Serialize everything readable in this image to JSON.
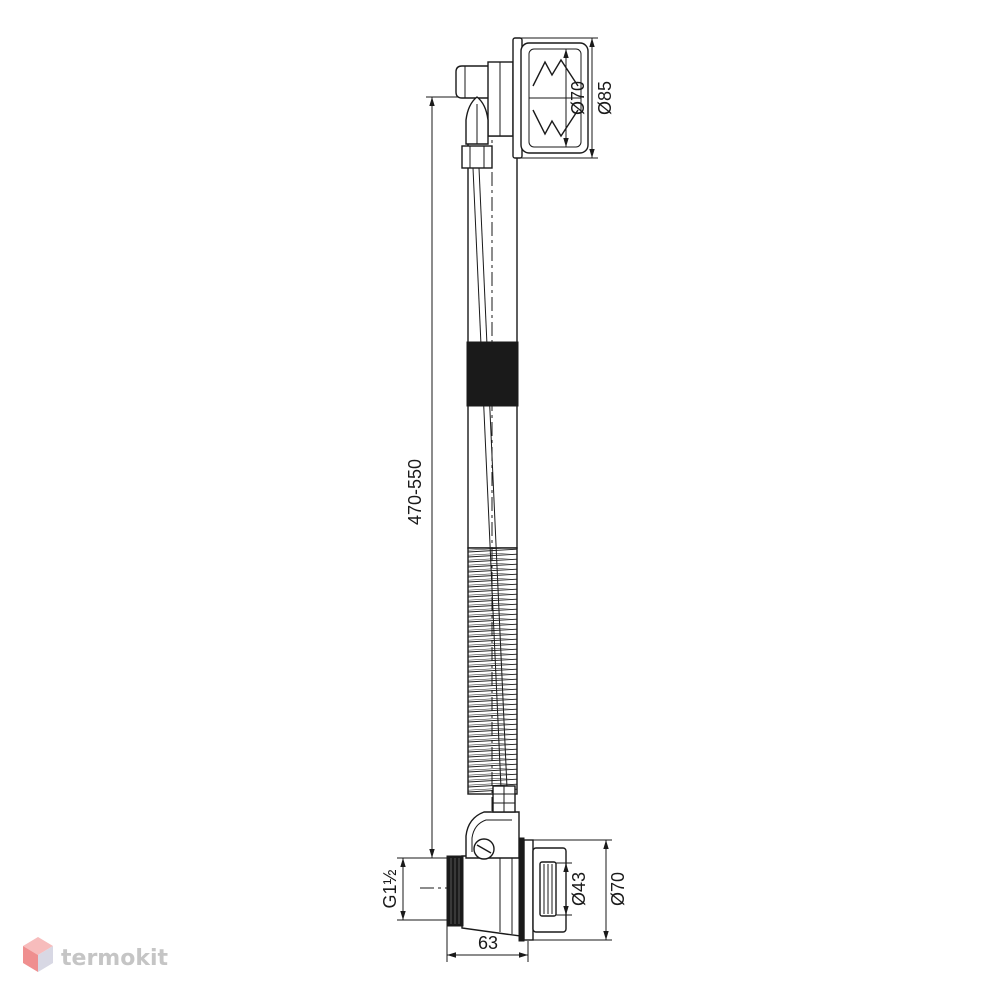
{
  "drawing": {
    "labels": {
      "overflow_cover_diameter": "Ø70",
      "overflow_flange_diameter": "Ø85",
      "height_range": "470-550",
      "thread": "G1½",
      "drain_outlet_diameter": "Ø43",
      "drain_flange_diameter": "Ø70",
      "depth": "63"
    }
  },
  "watermark": {
    "text": "termokit",
    "icon": "hexagon-cube-icon"
  },
  "colors": {
    "line": "#1a1a1a",
    "watermark_text": "#c5c5c5",
    "watermark_icon_top": "#f7bcbc",
    "watermark_icon_left": "#ef8f8f",
    "watermark_icon_right": "#d8d8e4"
  }
}
